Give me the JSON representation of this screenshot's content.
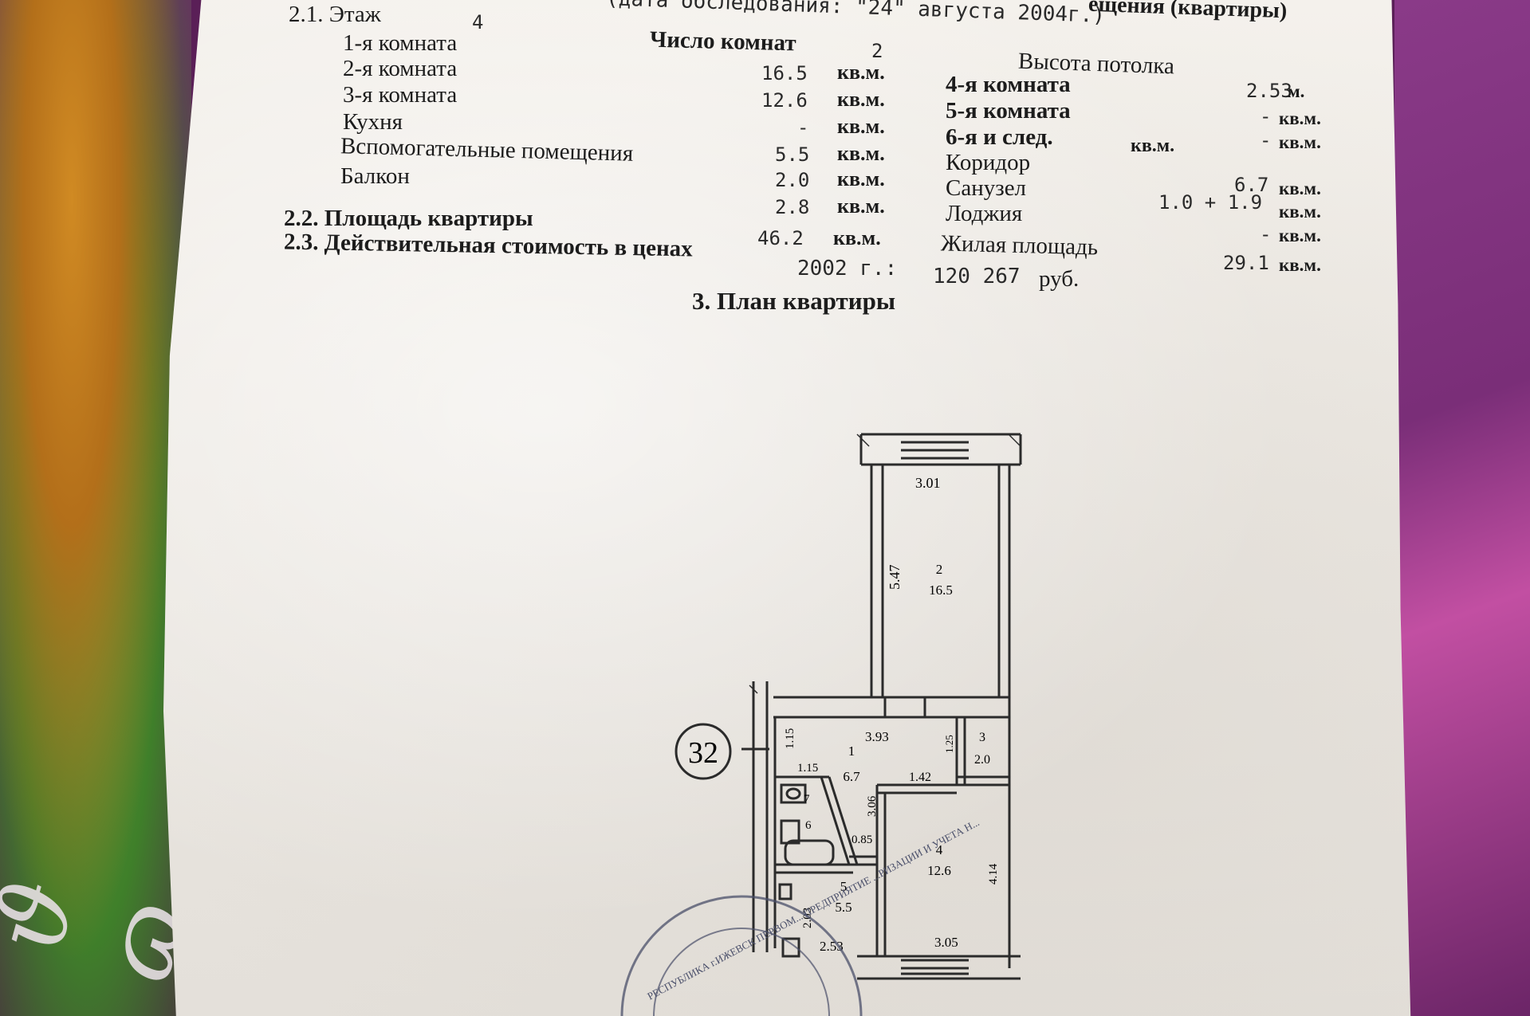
{
  "header": {
    "top_right": "ещения (квартиры)",
    "survey_date": "(дата обследования:  \"24\"  августа 2004г.)"
  },
  "section21": {
    "label": "2.1. Этаж",
    "floor": "4",
    "rooms_count_label": "Число комнат",
    "rooms_count": "2",
    "ceiling_label": "Высота потолка",
    "ceiling_value": "2.53",
    "ceiling_unit": "м.",
    "rows_left": [
      {
        "label": "1-я комната",
        "value": "",
        "unit": ""
      },
      {
        "label": "2-я комната",
        "value": "16.5",
        "unit": "кв.м."
      },
      {
        "label": "3-я комната",
        "value": "12.6",
        "unit": "кв.м."
      },
      {
        "label": "Кухня",
        "value": "-",
        "unit": "кв.м."
      },
      {
        "label": "Вспомогательные помещения",
        "value": "5.5",
        "unit": "кв.м."
      },
      {
        "label": "Балкон",
        "value": "2.0",
        "unit": "кв.м."
      },
      {
        "label": "",
        "value": "2.8",
        "unit": "кв.м."
      }
    ],
    "rows_right": [
      {
        "label": "4-я комната",
        "value": "-",
        "unit": "кв.м."
      },
      {
        "label": "5-я комната",
        "value": "-",
        "unit": "кв.м."
      },
      {
        "label": "6-я и след.",
        "value": "",
        "unit": "кв.м."
      },
      {
        "label": "Коридор",
        "value": "6.7",
        "unit": "кв.м."
      },
      {
        "label": "Санузел",
        "value": "1.0 + 1.9",
        "unit": "кв.м."
      },
      {
        "label": "Лоджия",
        "value": "-",
        "unit": "кв.м."
      }
    ],
    "right_extra_unit": "кв.м."
  },
  "section22": {
    "label": "2.2. Площадь квартиры",
    "value": "46.2",
    "unit": "кв.м.",
    "living_label": "Жилая площадь",
    "living_value": "29.1",
    "living_unit": "кв.м."
  },
  "section23": {
    "label": "2.3. Действительная стоимость в ценах",
    "year": "2002 г.:",
    "price": "120 267",
    "currency": "руб."
  },
  "section3": {
    "title": "3. План квартиры"
  },
  "plan": {
    "apartment_number": "32",
    "room2_width": "3.01",
    "room2_length": "5.47",
    "room2_id": "2",
    "room2_area": "16.5",
    "corridor_width": "3.93",
    "corridor_left": "1.15",
    "corridor_left2": "1.15",
    "corridor_id": "1",
    "corridor_area": "6.7",
    "corridor_depth": "3.06",
    "room3_id": "3",
    "room3_area": "2.0",
    "room3_dim": "1.25",
    "mid_width": "1.42",
    "room4_id": "4",
    "room4_area": "12.6",
    "room4_length": "4.14",
    "room4_width": "3.05",
    "door_gap": "0.85",
    "room5_id": "5",
    "room5_area": "5.5",
    "room5_dim": "2.03",
    "bottom_left_dim": "2.53",
    "fixture7": "7",
    "fixture6": "6",
    "stamp_text": "РЕСПУБЛИКА г.ИЖЕВСК ПЕРВОМ... ПРЕДПРИЯТИЕ ...РИЗАЦИИ И УЧЕТА Н..."
  }
}
